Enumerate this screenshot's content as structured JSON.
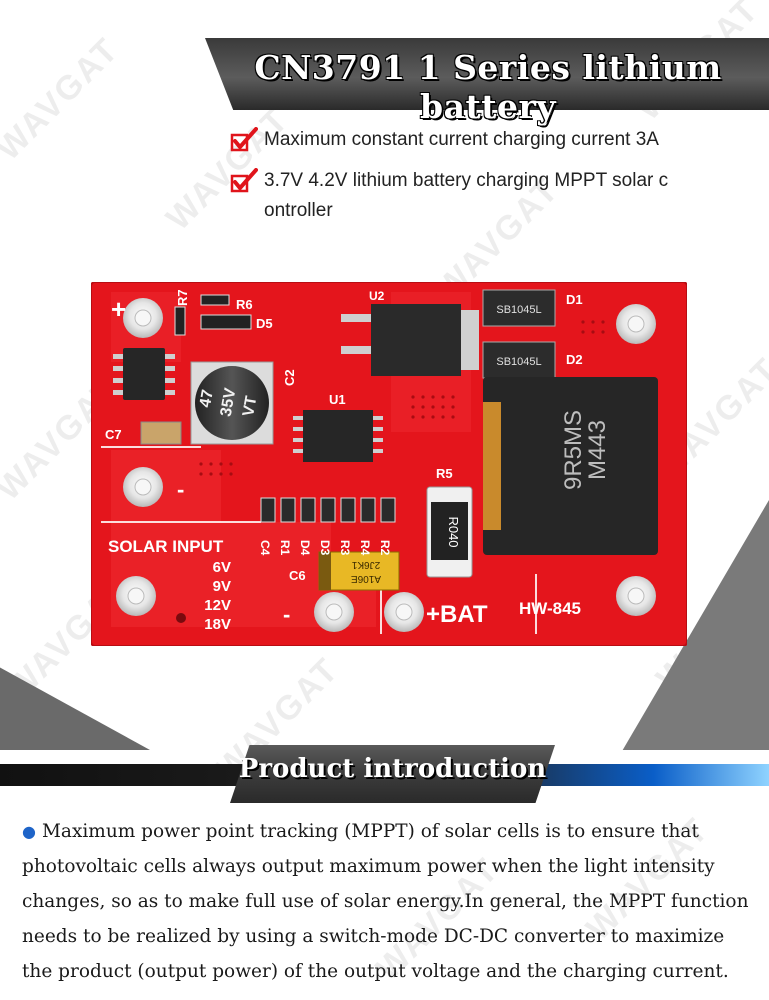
{
  "title": "CN3791 1 Series lithium battery",
  "features": [
    "Maximum constant current charging current 3A",
    "3.7V 4.2V lithium battery charging MPPT solar c ontroller"
  ],
  "board": {
    "labels": {
      "plus_top": "+",
      "minus_mid": "-",
      "solar_input": "SOLAR INPUT",
      "voltages": [
        "6V",
        "9V",
        "12V",
        "18V"
      ],
      "minus_bottom": "-",
      "bat": "+BAT",
      "model": "HW-845",
      "r7": "R7",
      "r6": "R6",
      "d5": "D5",
      "u2": "U2",
      "d1": "D1",
      "d2": "D2",
      "c2": "C2",
      "u1": "U1",
      "c7": "C7",
      "r5": "R5",
      "c6": "C6",
      "bottom_labels": [
        "C4",
        "R1",
        "D4",
        "D3",
        "R3",
        "R4",
        "R2"
      ]
    },
    "components": {
      "cap_top": "47",
      "cap_mid": "35V",
      "cap_bot": "VT",
      "diode1": "SB1045L",
      "diode2": "SB1045L",
      "inductor_line1": "9R5MS",
      "inductor_line2": "M443",
      "resistor": "R040",
      "tantalum_line1": "2J6K1",
      "tantalum_line2": "A106E"
    },
    "colors": {
      "pcb": "#e4151c",
      "pad": "#e9e9e9",
      "ink": "#ffffff"
    }
  },
  "watermark": "WAVGAT",
  "section_title": "Product introduction",
  "introduction": "Maximum power point tracking (MPPT) of solar cells is to ensure that photovoltaic cells always output maximum power when the light intensity changes, so as to make full use of solar energy.In general, the MPPT function needs to be realized by using a switch-mode DC-DC converter to maximize the product (output power) of the output voltage and the charging current."
}
